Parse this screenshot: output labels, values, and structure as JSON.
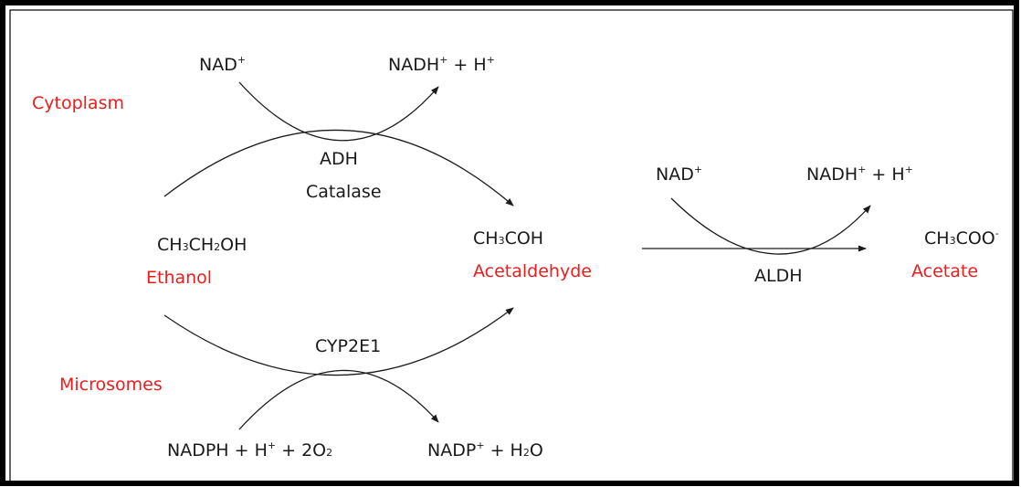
{
  "compartments": {
    "cytoplasm": "Cytoplasm",
    "microsomes": "Microsomes"
  },
  "ethanol": {
    "name": "Ethanol"
  },
  "acetaldehyde": {
    "name": "Acetaldehyde"
  },
  "acetate": {
    "name": "Acetate"
  },
  "enzymes": {
    "adh": "ADH",
    "catalase": "Catalase",
    "cyp2e1": "CYP2E1",
    "aldh": "ALDH"
  },
  "formula": {
    "ch3": "CH",
    "n3": "3",
    "ch2oh": "CH",
    "n2": "2",
    "oh": "OH",
    "coh": "COH",
    "coo": "COO",
    "minus": "-"
  },
  "cofactors": {
    "nad": "NAD",
    "nadh": "NADH",
    "plus": "+",
    "h": " + H",
    "nadph": "NADPH + H",
    "two_o": " + 2O",
    "two": "2",
    "nadp": "NADP",
    "h2o_h": " + H",
    "h2o_two": "2",
    "h2o_o": "O"
  },
  "colors": {
    "label_red": "#ee1c1c",
    "text": "#1a1a1a",
    "border": "#000000"
  }
}
